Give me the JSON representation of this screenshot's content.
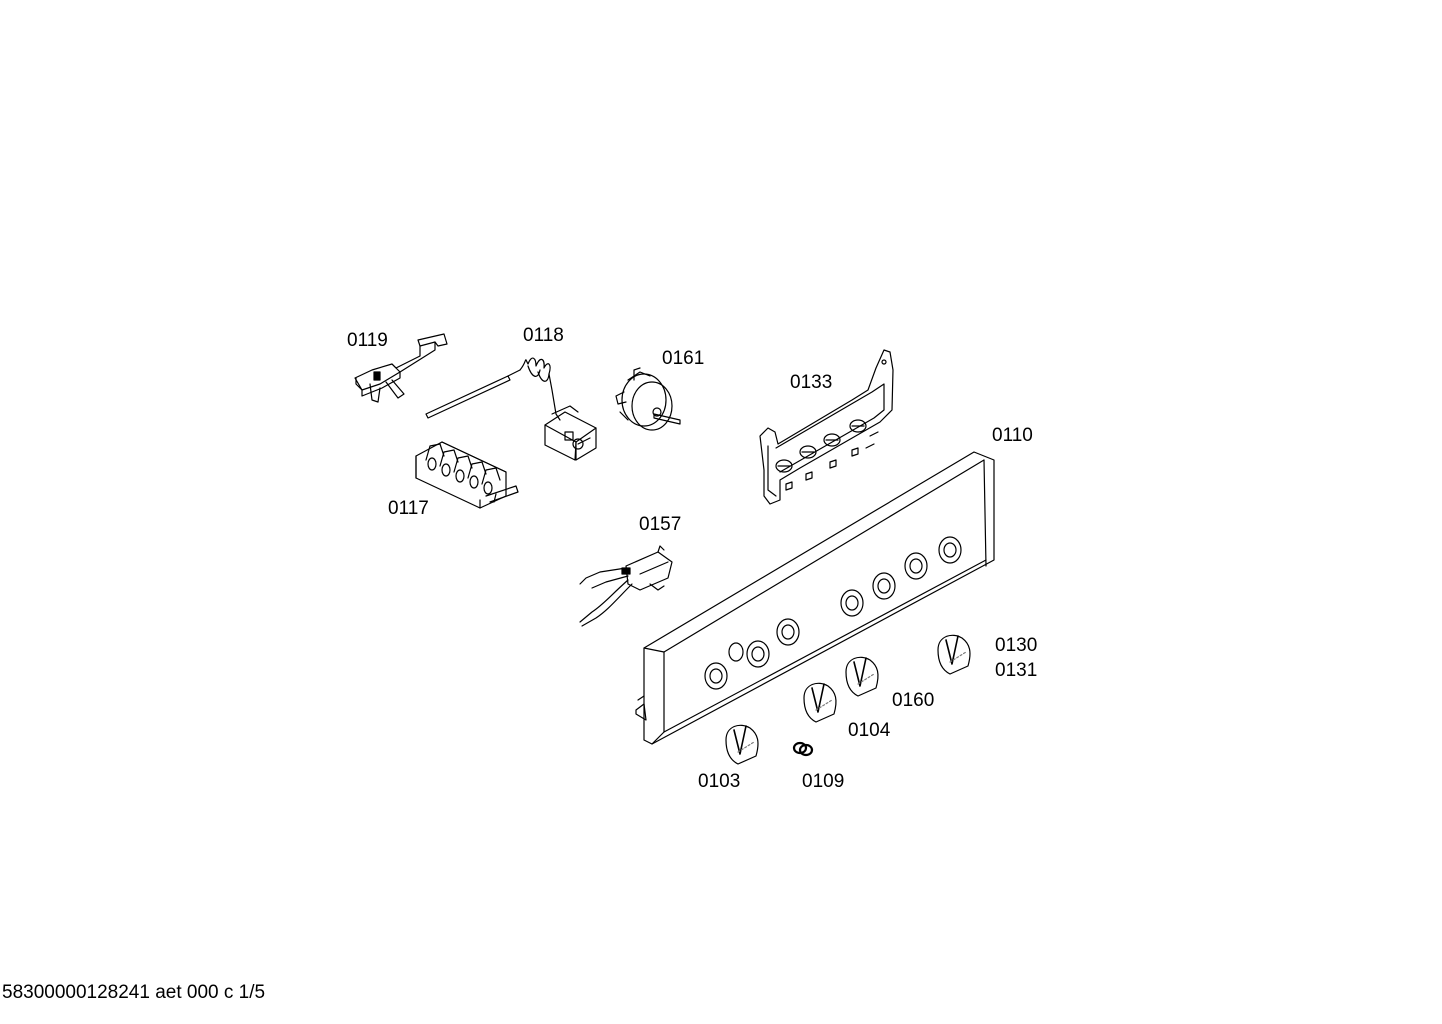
{
  "parts": [
    {
      "id": "p0119",
      "label": "0119"
    },
    {
      "id": "p0118",
      "label": "0118"
    },
    {
      "id": "p0161",
      "label": "0161"
    },
    {
      "id": "p0133",
      "label": "0133"
    },
    {
      "id": "p0110",
      "label": "0110"
    },
    {
      "id": "p0117",
      "label": "0117"
    },
    {
      "id": "p0157",
      "label": "0157"
    },
    {
      "id": "p0130",
      "label": "0130"
    },
    {
      "id": "p0131",
      "label": "0131"
    },
    {
      "id": "p0160",
      "label": "0160"
    },
    {
      "id": "p0104",
      "label": "0104"
    },
    {
      "id": "p0103",
      "label": "0103"
    },
    {
      "id": "p0109",
      "label": "0109"
    }
  ],
  "footer": {
    "text": "58300000128241 aet 000 c 1/5"
  },
  "colors": {
    "line": "#000000",
    "background": "#ffffff",
    "shade": "#7a7a7a"
  }
}
